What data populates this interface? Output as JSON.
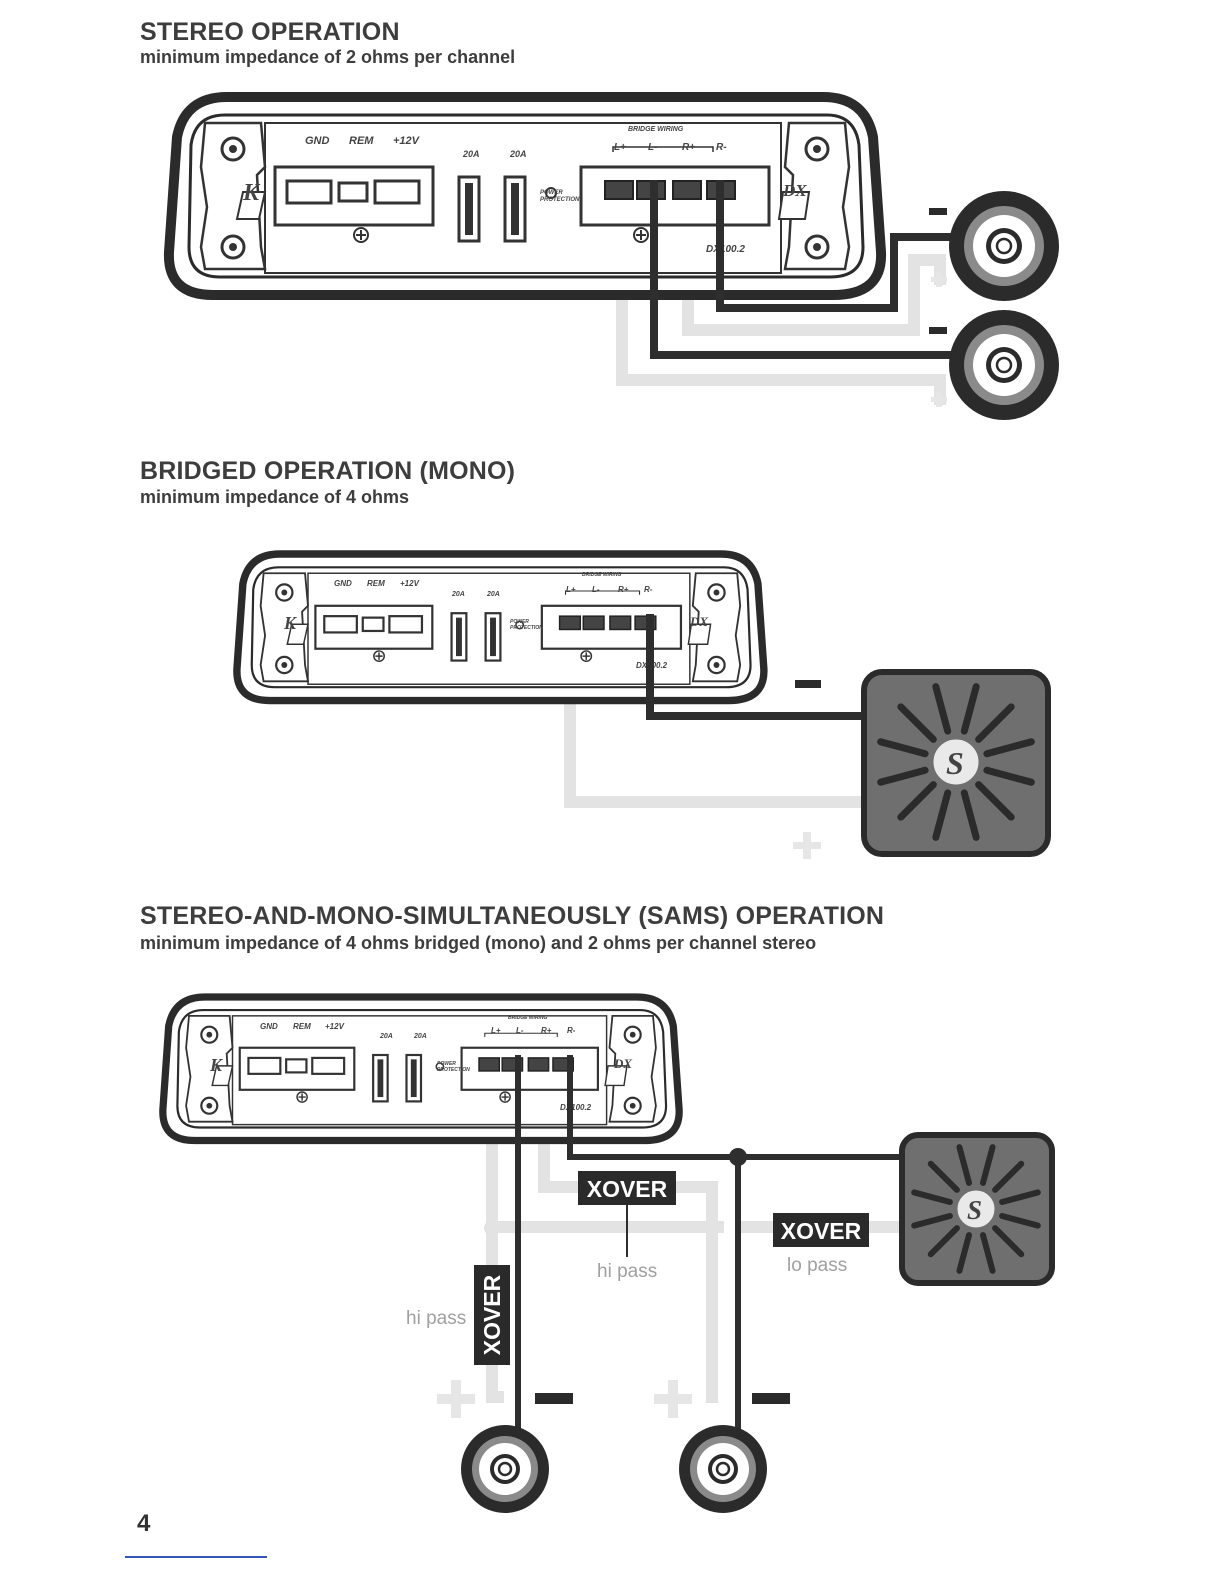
{
  "sections": {
    "stereo": {
      "title": "STEREO OPERATION",
      "subtitle": "minimum impedance of 2 ohms per channel"
    },
    "bridged": {
      "title": "BRIDGED OPERATION (MONO)",
      "subtitle": "minimum impedance of 4 ohms"
    },
    "sams": {
      "title": "STEREO-AND-MONO-SIMULTANEOUSLY (SAMS) OPERATION",
      "subtitle": "minimum impedance of 4 ohms bridged (mono) and 2 ohms per channel stereo"
    }
  },
  "amplifier": {
    "gnd": "GND",
    "rem": "REM",
    "v12": "+12V",
    "fuse1": "20A",
    "fuse2": "20A",
    "power1": "POWER",
    "power2": "PROTECTION",
    "bridge": "BRIDGE WIRING",
    "lplus": "L+",
    "lminus": "L-",
    "rplus": "R+",
    "rminus": "R-",
    "model": "DX100.2",
    "logo_left": "K",
    "logo_right": "DX"
  },
  "polarity": {
    "minus": "-",
    "plus": "+"
  },
  "xover": {
    "label": "XOVER",
    "hi_pass": "hi pass",
    "lo_pass": "lo pass"
  },
  "subwoofer_logo": "S",
  "page_number": "4",
  "colors": {
    "dark_wire": "#2e2e2e",
    "light_wire": "#e3e3e3",
    "sub_fill": "#6f6f6f",
    "xover_fill": "#2a2a2a"
  }
}
